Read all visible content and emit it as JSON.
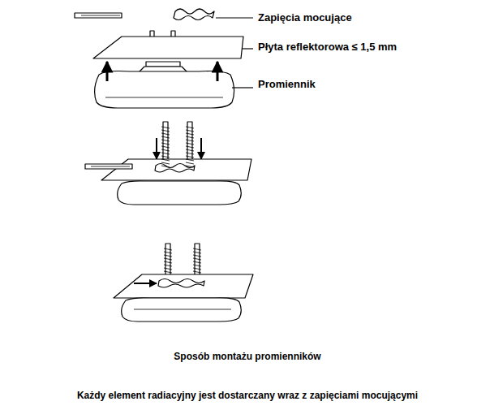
{
  "diagram": {
    "caption": "Sposób montażu promienników",
    "labels": [
      "Zapięcia mocujące",
      "Płyta reflektorowa ≤ 1,5 mm",
      "Promiennik",
      "Każdy element radiacyjny jest dostarczany wraz z zapięciami mocującymi"
    ]
  }
}
